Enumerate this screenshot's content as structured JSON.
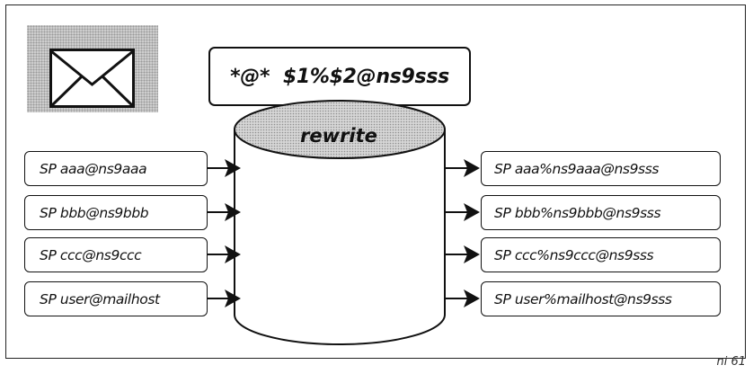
{
  "diagram": {
    "icon": "envelope-icon",
    "rewrite_rule": "*@*  $1%$2@ns9sss",
    "rewrite_label": "rewrite",
    "inputs": [
      "SP aaa@ns9aaa",
      "SP bbb@ns9bbb",
      "SP ccc@ns9ccc",
      "SP user@mailhost"
    ],
    "outputs": [
      "SP aaa%ns9aaa@ns9sss",
      "SP bbb%ns9bbb@ns9sss",
      "SP ccc%ns9ccc@ns9sss",
      "SP user%mailhost@ns9sss"
    ],
    "figure_ref": "ni 61",
    "colors": {
      "ink": "#111111",
      "shading": "#cfcfcf"
    }
  }
}
